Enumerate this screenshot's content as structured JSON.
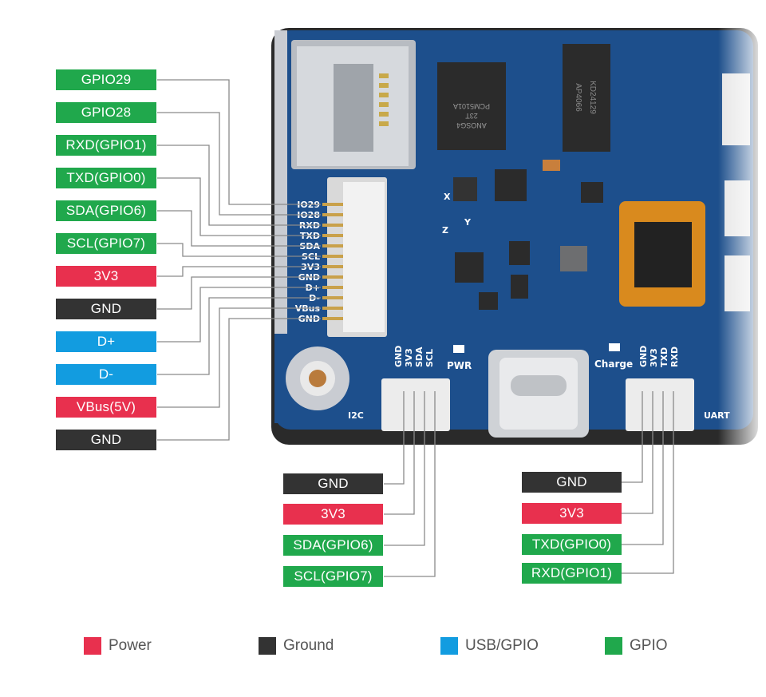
{
  "colors": {
    "power": "#e8304e",
    "ground": "#333333",
    "usb_gpio": "#129ce0",
    "gpio": "#20a84c",
    "wire": "#8a8a8a",
    "pcb": "#1d4f8c"
  },
  "left_pins": [
    {
      "label": "GPIO29",
      "type": "gpio"
    },
    {
      "label": "GPIO28",
      "type": "gpio"
    },
    {
      "label": "RXD(GPIO1)",
      "type": "gpio"
    },
    {
      "label": "TXD(GPIO0)",
      "type": "gpio"
    },
    {
      "label": "SDA(GPIO6)",
      "type": "gpio"
    },
    {
      "label": "SCL(GPIO7)",
      "type": "gpio"
    },
    {
      "label": "3V3",
      "type": "power"
    },
    {
      "label": "GND",
      "type": "ground"
    },
    {
      "label": "D+",
      "type": "usb_gpio"
    },
    {
      "label": "D-",
      "type": "usb_gpio"
    },
    {
      "label": "VBus(5V)",
      "type": "power"
    },
    {
      "label": "GND",
      "type": "ground"
    }
  ],
  "i2c_pins": [
    {
      "label": "GND",
      "type": "ground"
    },
    {
      "label": "3V3",
      "type": "power"
    },
    {
      "label": "SDA(GPIO6)",
      "type": "gpio"
    },
    {
      "label": "SCL(GPIO7)",
      "type": "gpio"
    }
  ],
  "uart_pins": [
    {
      "label": "GND",
      "type": "ground"
    },
    {
      "label": "3V3",
      "type": "power"
    },
    {
      "label": "TXD(GPIO0)",
      "type": "gpio"
    },
    {
      "label": "RXD(GPIO1)",
      "type": "gpio"
    }
  ],
  "board": {
    "fpc_silk": [
      "IO29",
      "IO28",
      "RXD",
      "TXD",
      "SDA",
      "SCL",
      "3V3",
      "GND",
      "D+",
      "D-",
      "VBus",
      "GND"
    ],
    "i2c_silk": [
      "GND",
      "3V3",
      "SDA",
      "SCL"
    ],
    "uart_silk": [
      "GND",
      "3V3",
      "TXD",
      "RXD"
    ],
    "i2c_name": "I2C",
    "uart_name": "UART",
    "pwr_label": "PWR",
    "charge_label": "Charge",
    "chip1_text": [
      "PCM5101A",
      "23T",
      "ANOSG4"
    ],
    "chip2_text": [
      "AP4066",
      "KD24129"
    ],
    "axis_labels": [
      "X",
      "Y",
      "Z"
    ]
  },
  "legend": [
    {
      "label": "Power",
      "type": "power"
    },
    {
      "label": "Ground",
      "type": "ground"
    },
    {
      "label": "USB/GPIO",
      "type": "usb_gpio"
    },
    {
      "label": "GPIO",
      "type": "gpio"
    }
  ]
}
